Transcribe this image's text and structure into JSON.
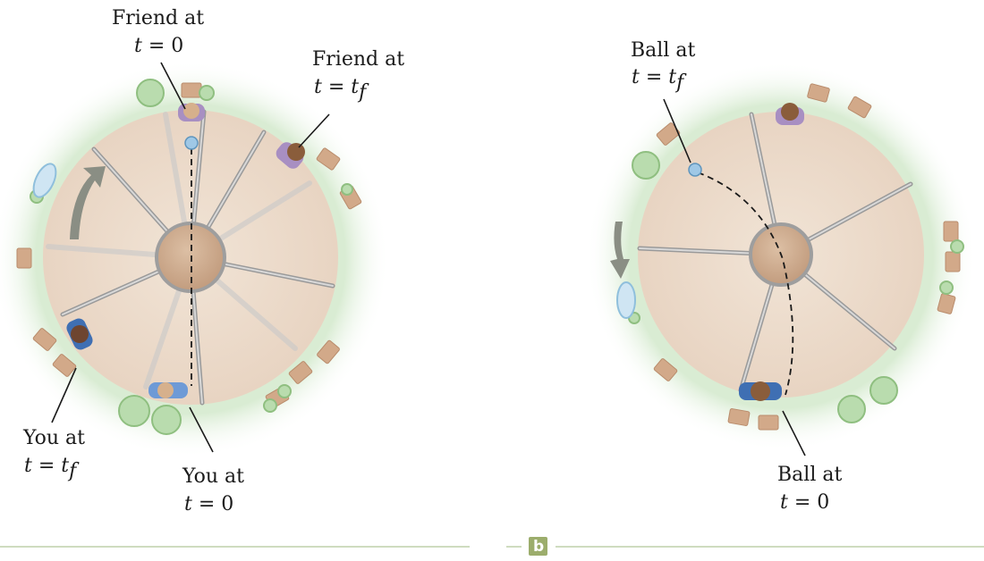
{
  "labels": {
    "friend_t0": {
      "line1": "Friend at",
      "line2_var": "t",
      "line2_rest": " = 0"
    },
    "friend_tf": {
      "line1": "Friend at",
      "line2_var": "t",
      "line2_eq": " = ",
      "line2_val": "t",
      "line2_sub": "f"
    },
    "you_tf": {
      "line1": "You at",
      "line2_var": "t",
      "line2_eq": " = ",
      "line2_val": "t",
      "line2_sub": "f"
    },
    "you_t0": {
      "line1": "You at",
      "line2_var": "t",
      "line2_rest": " = 0"
    },
    "ball_tf": {
      "line1": "Ball at",
      "line2_var": "t",
      "line2_eq": " = ",
      "line2_val": "t",
      "line2_sub": "f"
    },
    "ball_t0": {
      "line1": "Ball at",
      "line2_var": "t",
      "line2_rest": " = 0"
    }
  },
  "panel_letter": "b",
  "colors": {
    "platform": "#eddccd",
    "grass_halo": "#d9ecd3",
    "hub": "#cfae92",
    "bench": "#d2a989",
    "ball": "#9fc8e6",
    "divider": "#cfdcbf",
    "badge": "#9cad6c",
    "rotation_arrow": "#8a8e84"
  },
  "icons": {
    "rotation_left": "counterclockwise-arrow-icon",
    "rotation_right": "clockwise-arrow-icon",
    "person": "person-topview-icon",
    "ball": "ball-icon"
  }
}
